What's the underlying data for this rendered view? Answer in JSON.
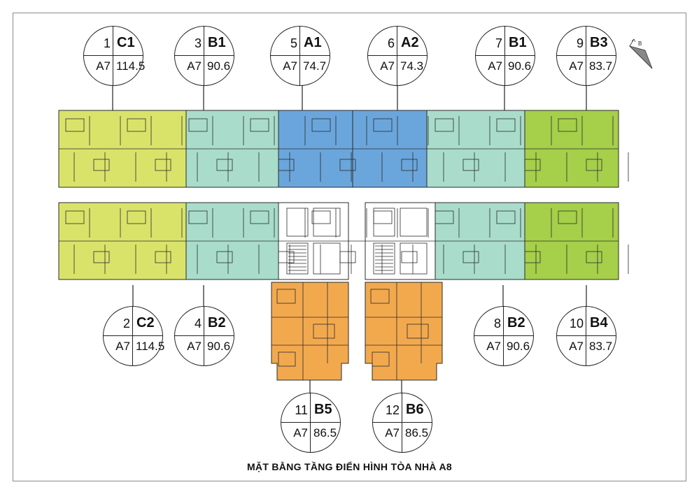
{
  "title": "MẶT BẰNG TẦNG ĐIỂN HÌNH TÒA NHÀ A8",
  "compass_label": "B",
  "units": [
    {
      "id": "c1",
      "number": "1",
      "code": "C1",
      "block": "A7",
      "area": "114.5"
    },
    {
      "id": "b1-left",
      "number": "3",
      "code": "B1",
      "block": "A7",
      "area": "90.6"
    },
    {
      "id": "a1",
      "number": "5",
      "code": "A1",
      "block": "A7",
      "area": "74.7"
    },
    {
      "id": "a2",
      "number": "6",
      "code": "A2",
      "block": "A7",
      "area": "74.3"
    },
    {
      "id": "b1-right",
      "number": "7",
      "code": "B1",
      "block": "A7",
      "area": "90.6"
    },
    {
      "id": "b3",
      "number": "9",
      "code": "B3",
      "block": "A7",
      "area": "83.7"
    },
    {
      "id": "c2",
      "number": "2",
      "code": "C2",
      "block": "A7",
      "area": "114.5"
    },
    {
      "id": "b2-left",
      "number": "4",
      "code": "B2",
      "block": "A7",
      "area": "90.6"
    },
    {
      "id": "b2-right",
      "number": "8",
      "code": "B2",
      "block": "A7",
      "area": "90.6"
    },
    {
      "id": "b4",
      "number": "10",
      "code": "B4",
      "block": "A7",
      "area": "83.7"
    },
    {
      "id": "b5",
      "number": "11",
      "code": "B5",
      "block": "A7",
      "area": "86.5"
    },
    {
      "id": "b6",
      "number": "12",
      "code": "B6",
      "block": "A7",
      "area": "86.5"
    }
  ],
  "colors": {
    "c_unit": "#d9e36a",
    "b_unit": "#a9dccb",
    "a_unit": "#6aa6dc",
    "b34_unit": "#a6cf4a",
    "b56_unit": "#f2a94e",
    "core": "#ffffff",
    "wall": "#2b2b2b"
  }
}
